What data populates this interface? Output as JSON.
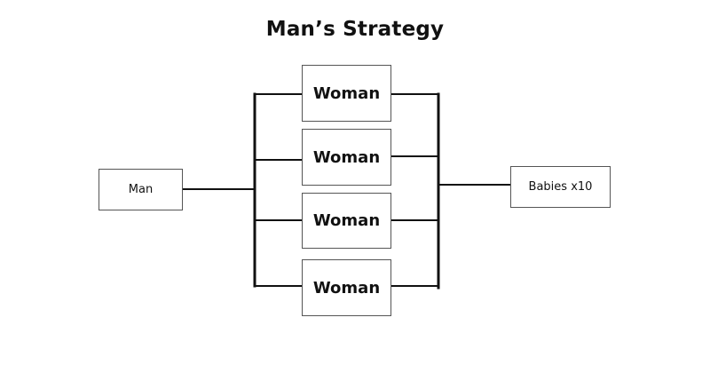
{
  "diagram": {
    "title": "Man’s Strategy",
    "source_node": {
      "label": "Man"
    },
    "middle_nodes": [
      {
        "label": "Woman"
      },
      {
        "label": "Woman"
      },
      {
        "label": "Woman"
      },
      {
        "label": "Woman"
      }
    ],
    "target_node": {
      "label": "Babies x10"
    },
    "colors": {
      "line": "#111111",
      "box_border": "#555555",
      "background": "#ffffff"
    }
  }
}
